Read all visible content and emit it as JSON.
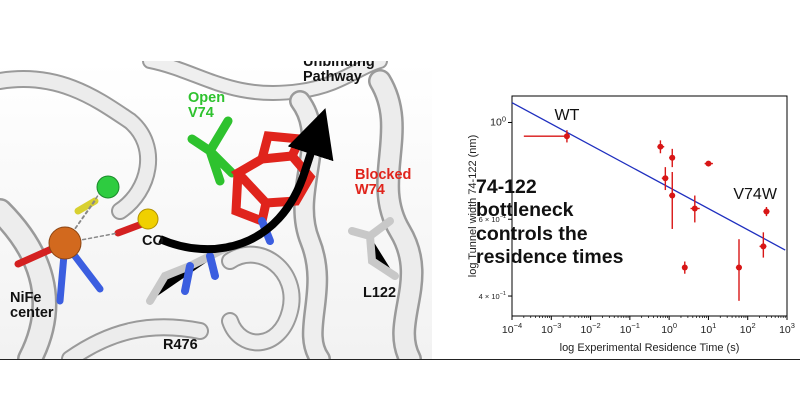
{
  "figure": {
    "labels": {
      "unbinding": "Unbinding",
      "pathway": "Pathway",
      "open": "Open",
      "v74": "V74",
      "blocked": "Blocked",
      "w74": "W74",
      "co": "CO",
      "nife": "NiFe",
      "center": "center",
      "l122": "L122",
      "r476": "R476"
    },
    "caption": [
      "74-122",
      "bottleneck",
      "controls the",
      "residence times"
    ],
    "colors": {
      "open": "#2ec22e",
      "blocked": "#e0241c",
      "ribbon": "#e6e6e6",
      "data": "#d81616",
      "fit": "#1f2fbf"
    }
  },
  "chart_data": {
    "type": "scatter",
    "xlabel": "log Experimental Residence Time (s)",
    "ylabel": "log Tunnel width 74-122 (nm)",
    "xscale": "log",
    "yscale": "log",
    "xlim": [
      0.0001,
      1000
    ],
    "ylim": [
      0.36,
      1.15
    ],
    "x_ticks": [
      {
        "value": 0.0001,
        "base": "10",
        "exp": "−4"
      },
      {
        "value": 0.001,
        "base": "10",
        "exp": "−3"
      },
      {
        "value": 0.01,
        "base": "10",
        "exp": "−2"
      },
      {
        "value": 0.1,
        "base": "10",
        "exp": "−1"
      },
      {
        "value": 1,
        "base": "10",
        "exp": "0"
      },
      {
        "value": 10,
        "base": "10",
        "exp": "1"
      },
      {
        "value": 100,
        "base": "10",
        "exp": "2"
      },
      {
        "value": 1000,
        "base": "10",
        "exp": "3"
      }
    ],
    "y_ticks": [
      {
        "value": 1.0,
        "base": "10",
        "exp": "0"
      },
      {
        "value": 0.6,
        "base": "6 × 10",
        "exp": "−1"
      },
      {
        "value": 0.4,
        "base": "4 × 10",
        "exp": "−1"
      }
    ],
    "annotations": [
      {
        "text": "WT",
        "x": 0.0025,
        "y": 0.96
      },
      {
        "text": "V74W",
        "x": 250,
        "y": 0.64
      }
    ],
    "points": [
      {
        "x": 0.0025,
        "y": 0.93,
        "xerr": [
          0.0002,
          0.0025
        ],
        "yerr": [
          0.9,
          0.96
        ]
      },
      {
        "x": 0.6,
        "y": 0.88,
        "xerr": [
          0.5,
          0.75
        ],
        "yerr": [
          0.85,
          0.91
        ]
      },
      {
        "x": 1.2,
        "y": 0.83,
        "xerr": [
          1.0,
          1.4
        ],
        "yerr": [
          0.79,
          0.87
        ]
      },
      {
        "x": 10,
        "y": 0.805,
        "xerr": [
          8,
          13
        ],
        "yerr": [
          0.795,
          0.815
        ]
      },
      {
        "x": 0.8,
        "y": 0.745,
        "xerr": [
          0.65,
          0.95
        ],
        "yerr": [
          0.7,
          0.79
        ]
      },
      {
        "x": 1.2,
        "y": 0.68,
        "xerr": [
          1.0,
          1.4
        ],
        "yerr": [
          0.57,
          0.77
        ]
      },
      {
        "x": 4.5,
        "y": 0.635,
        "xerr": [
          3.5,
          6
        ],
        "yerr": [
          0.59,
          0.68
        ]
      },
      {
        "x": 2.5,
        "y": 0.465,
        "xerr": [
          2.2,
          2.8
        ],
        "yerr": [
          0.45,
          0.48
        ]
      },
      {
        "x": 60,
        "y": 0.465,
        "xerr": [
          50,
          70
        ],
        "yerr": [
          0.39,
          0.54
        ]
      },
      {
        "x": 250,
        "y": 0.52,
        "xerr": [
          200,
          300
        ],
        "yerr": [
          0.49,
          0.56
        ]
      },
      {
        "x": 300,
        "y": 0.625,
        "xerr": [
          250,
          360
        ],
        "yerr": [
          0.61,
          0.64
        ]
      }
    ],
    "fit_line": {
      "x": [
        0.0001,
        900
      ],
      "y": [
        1.11,
        0.51
      ]
    }
  }
}
